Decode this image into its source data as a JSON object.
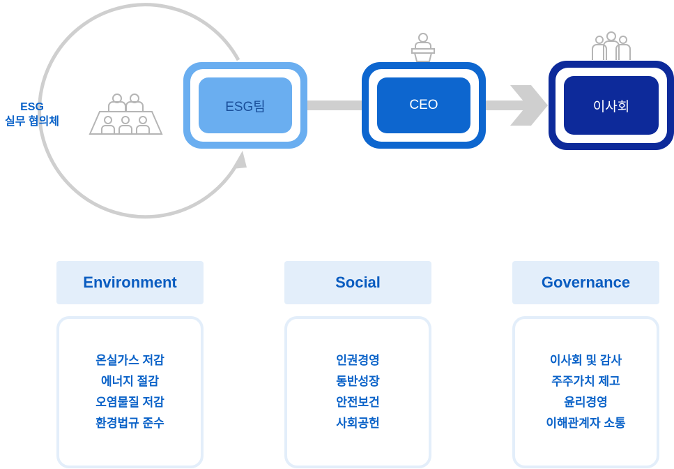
{
  "council": {
    "line1": "ESG",
    "line2": "실무 협의체",
    "icon": "meeting-people-icon"
  },
  "nodes": {
    "esg_team": {
      "label": "ESG팀"
    },
    "ceo": {
      "label": "CEO",
      "icon": "podium-speaker-icon"
    },
    "board": {
      "label": "이사회",
      "icon": "group-people-icon"
    }
  },
  "pillars": {
    "environment": {
      "title": "Environment",
      "items": [
        "온실가스 저감",
        "에너지 절감",
        "오염물질 저감",
        "환경법규 준수"
      ]
    },
    "social": {
      "title": "Social",
      "items": [
        "인권경영",
        "동반성장",
        "안전보건",
        "사회공헌"
      ]
    },
    "governance": {
      "title": "Governance",
      "items": [
        "이사회 및 감사",
        "주주가치 제고",
        "윤리경영",
        "이해관계자 소통"
      ]
    }
  },
  "colors": {
    "esg_team": "#6aaef0",
    "ceo": "#0d66cf",
    "board": "#0d2a9a",
    "arrow": "#cfcfcf",
    "pillar_bg": "#e3eefa",
    "text_blue": "#0a62c8"
  }
}
